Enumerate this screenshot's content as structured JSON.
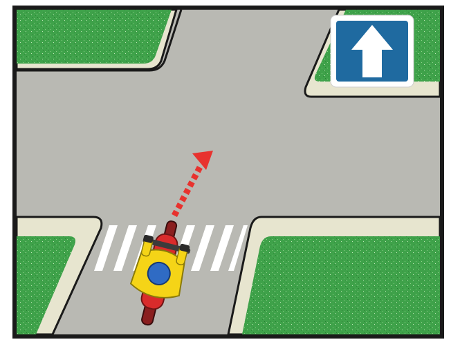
{
  "scene": {
    "description_type": "traffic-intersection-illustration",
    "sign": {
      "meaning": "one-way-street",
      "icon": "straight-arrow-up-icon",
      "background_color": "#1f6aa0",
      "arrow_color": "#ffffff"
    },
    "vehicle": {
      "type": "motorcycle",
      "icon": "motorcyclist-icon",
      "rider_jacket_color": "#f5d417",
      "helmet_color": "#2f6bc4",
      "bike_color": "#d92b2b"
    },
    "path_arrow": {
      "direction": "straight",
      "color": "#e8322e",
      "icon": "dashed-arrow-icon"
    },
    "colors": {
      "road": "#b9b9b3",
      "grass": "#3fa24a",
      "curb": "#e7e5cf",
      "border": "#1a1a1a",
      "crosswalk": "#ffffff"
    }
  }
}
